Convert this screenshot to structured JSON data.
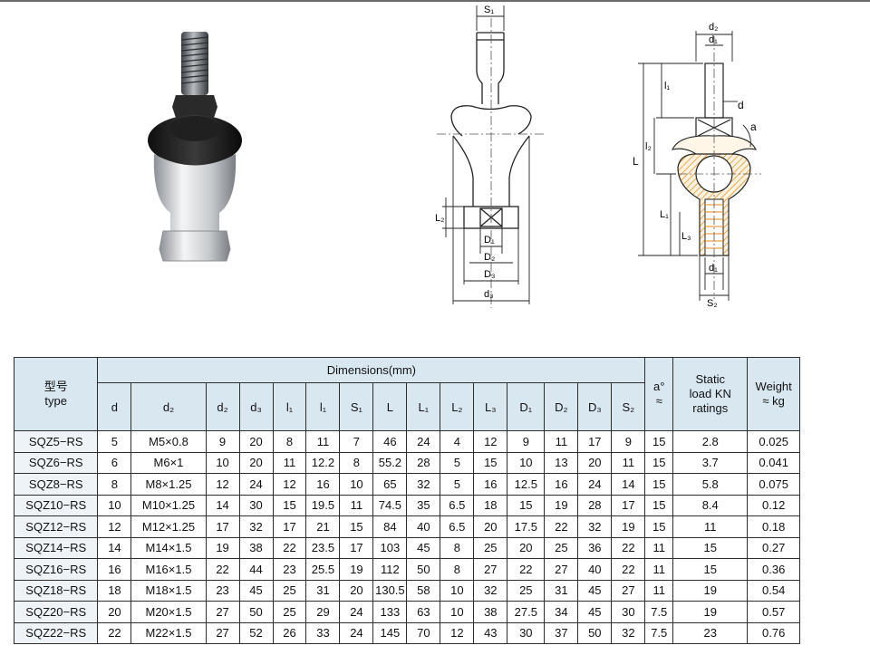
{
  "drawing_labels": {
    "s1": "S₁",
    "d2_top": "d₂",
    "d1_top": "d₁",
    "d_right": "d",
    "a": "a",
    "l1": "l₁",
    "l2": "l₂",
    "L": "L",
    "L1": "L₁",
    "L2_left": "L₂",
    "L3_right": "L₃",
    "D1": "D₁",
    "D2": "D₂",
    "D3": "D₃",
    "d3": "d₃",
    "d1_bottom": "d₁",
    "S2": "S₂"
  },
  "table": {
    "header_type_cn": "型号",
    "header_type_en": "type",
    "header_dimensions": "Dimensions(mm)",
    "header_angle_line1": "a°",
    "header_angle_line2": "≈",
    "header_static_line1": "Static",
    "header_static_line2": "load KN",
    "header_static_line3": "ratings",
    "header_weight_line1": "Weight",
    "header_weight_line2": "≈ kg",
    "sub_columns": [
      "d",
      "d₂",
      "d₂",
      "d₃",
      "l₁",
      "l₁",
      "S₁",
      "L",
      "L₁",
      "L₂",
      "L₃",
      "D₁",
      "D₂",
      "D₃",
      "S₂"
    ],
    "rows": [
      [
        "SQZ5−RS",
        "5",
        "M5×0.8",
        "9",
        "20",
        "8",
        "11",
        "7",
        "46",
        "24",
        "4",
        "12",
        "9",
        "11",
        "17",
        "9",
        "15",
        "2.8",
        "0.025"
      ],
      [
        "SQZ6−RS",
        "6",
        "M6×1",
        "10",
        "20",
        "11",
        "12.2",
        "8",
        "55.2",
        "28",
        "5",
        "15",
        "10",
        "13",
        "20",
        "11",
        "15",
        "3.7",
        "0.041"
      ],
      [
        "SQZ8−RS",
        "8",
        "M8×1.25",
        "12",
        "24",
        "12",
        "16",
        "10",
        "65",
        "32",
        "5",
        "16",
        "12.5",
        "16",
        "24",
        "14",
        "15",
        "5.8",
        "0.075"
      ],
      [
        "SQZ10−RS",
        "10",
        "M10×1.25",
        "14",
        "30",
        "15",
        "19.5",
        "11",
        "74.5",
        "35",
        "6.5",
        "18",
        "15",
        "19",
        "28",
        "17",
        "15",
        "8.4",
        "0.12"
      ],
      [
        "SQZ12−RS",
        "12",
        "M12×1.25",
        "17",
        "32",
        "17",
        "21",
        "15",
        "84",
        "40",
        "6.5",
        "20",
        "17.5",
        "22",
        "32",
        "19",
        "15",
        "11",
        "0.18"
      ],
      [
        "SQZ14−RS",
        "14",
        "M14×1.5",
        "19",
        "38",
        "22",
        "23.5",
        "17",
        "103",
        "45",
        "8",
        "25",
        "20",
        "25",
        "36",
        "22",
        "11",
        "15",
        "0.27"
      ],
      [
        "SQZ16−RS",
        "16",
        "M16×1.5",
        "22",
        "44",
        "23",
        "25.5",
        "19",
        "112",
        "50",
        "8",
        "27",
        "22",
        "27",
        "40",
        "22",
        "11",
        "15",
        "0.36"
      ],
      [
        "SQZ18−RS",
        "18",
        "M18×1.5",
        "23",
        "45",
        "25",
        "31",
        "20",
        "130.5",
        "58",
        "10",
        "32",
        "25",
        "31",
        "45",
        "27",
        "11",
        "19",
        "0.54"
      ],
      [
        "SQZ20−RS",
        "20",
        "M20×1.5",
        "27",
        "50",
        "25",
        "29",
        "24",
        "133",
        "63",
        "10",
        "38",
        "27.5",
        "34",
        "45",
        "30",
        "7.5",
        "19",
        "0.57"
      ],
      [
        "SQZ22−RS",
        "22",
        "M22×1.5",
        "27",
        "52",
        "26",
        "33",
        "24",
        "145",
        "70",
        "12",
        "43",
        "30",
        "37",
        "50",
        "32",
        "7.5",
        "23",
        "0.76"
      ]
    ]
  },
  "colors": {
    "header_bg": "#d9e7f1",
    "type_col_bg": "#eef3f8",
    "line": "#2d2d2d",
    "metal": "#c9ccd0",
    "rubber": "#1b1b1b",
    "section_hatch": "#f0a23a"
  }
}
